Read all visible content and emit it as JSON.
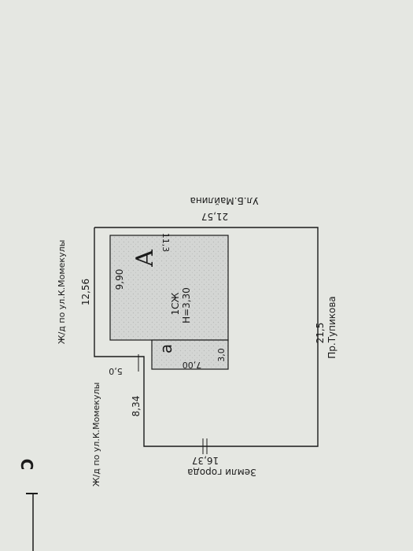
{
  "compass": {
    "north_label": "С"
  },
  "streets": {
    "top": "Ул.Б.Майлина",
    "left_upper": "Ж/д по ул.К.Момекулы",
    "left_lower": "Ж/д по ул.К.Момекулы",
    "right": "Пр.Тупикова",
    "bottom": "Земли города"
  },
  "plot_dimensions": {
    "top": "21,57",
    "right": "21,5",
    "left_upper": "12,56",
    "left_step": "5,0",
    "left_lower": "8,34",
    "bottom": "16,37"
  },
  "building_main": {
    "letter": "А",
    "type_code": "1СЖ",
    "height_label": "Н=3,30",
    "width_label": "9,90",
    "length_label": "11,3"
  },
  "building_annex": {
    "letter": "а",
    "width_label": "3,0",
    "length_label": "7,00"
  },
  "colors": {
    "background": "#e5e7e2",
    "ink": "#1b1b1b",
    "building_fill": "#d4d6d4"
  }
}
